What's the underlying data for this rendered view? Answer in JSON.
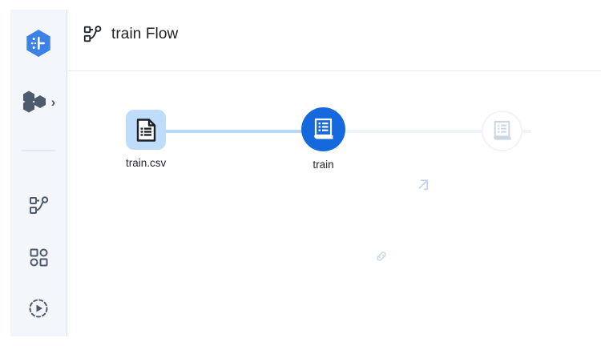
{
  "window": {
    "background": "#ffffff"
  },
  "sidebar": {
    "background": "#f3f6fb",
    "brand": {
      "name": "brand-hexagon-logo",
      "color": "#3b82e8"
    },
    "cluster": {
      "label": "",
      "icon": "cluster-hexagons-icon",
      "chevron": "›",
      "color": "#4a5568"
    },
    "items": [
      {
        "icon": "flow-pipeline-icon",
        "label": "",
        "name": "sidebar-item-flows"
      },
      {
        "icon": "components-grid-icon",
        "label": "",
        "name": "sidebar-item-components"
      },
      {
        "icon": "runs-play-icon",
        "label": "",
        "name": "sidebar-item-runs"
      }
    ]
  },
  "header": {
    "icon": "flow-pipeline-icon",
    "title": "train Flow"
  },
  "canvas": {
    "accent_blue": "#1668dd",
    "edge_active_color": "#b9d7f7",
    "edge_inactive_color": "#f0f5fc",
    "nodes": [
      {
        "id": "dataset",
        "label": "train.csv",
        "icon": "dataset-document-icon",
        "type": "dataset",
        "state": "active",
        "fill": "#bfdcfb"
      },
      {
        "id": "execution",
        "label": "train",
        "icon": "execution-document-icon",
        "type": "execution",
        "state": "selected",
        "fill": "#1668dd"
      },
      {
        "id": "output",
        "label": "",
        "icon": "output-document-icon",
        "type": "artifact",
        "state": "pending",
        "fill": "#ffffff"
      }
    ],
    "edges": [
      {
        "from": "dataset",
        "to": "execution",
        "state": "active"
      },
      {
        "from": "execution",
        "to": "output",
        "state": "pending"
      }
    ],
    "badges": [
      {
        "icon": "external-link-icon",
        "name": "open-in-new-badge"
      },
      {
        "icon": "link-chain-icon",
        "name": "lineage-link-badge"
      }
    ]
  }
}
